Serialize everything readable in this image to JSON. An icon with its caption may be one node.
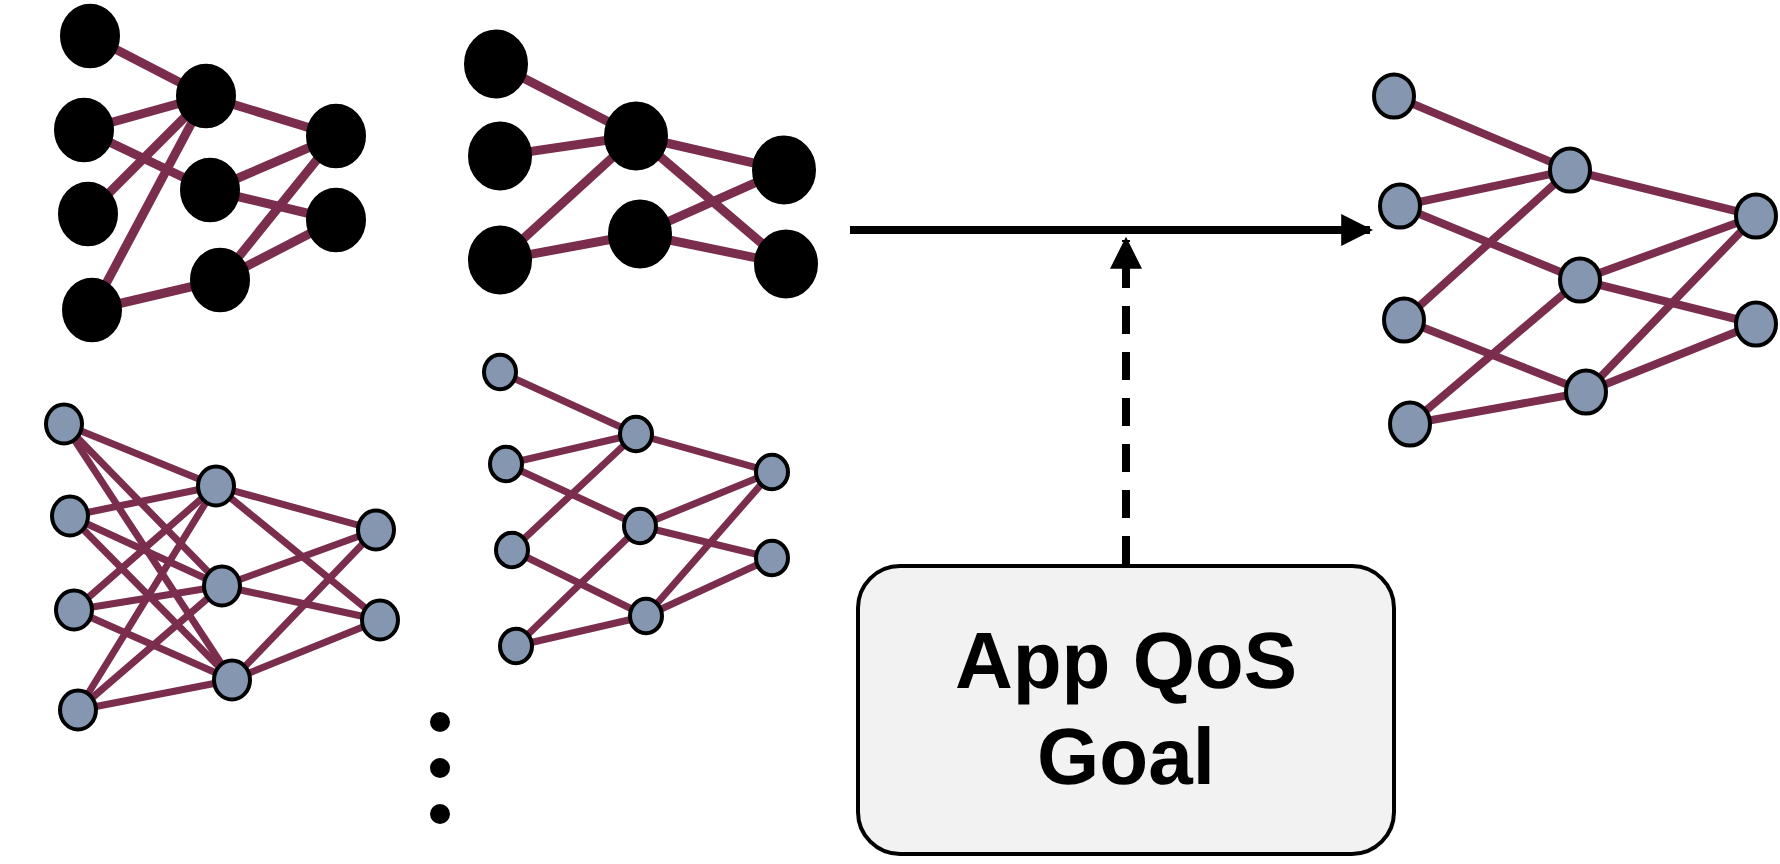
{
  "diagram": {
    "nodes": [
      {
        "text": [],
        "shape": "picture"
      },
      {
        "text": [],
        "shape": "picture"
      },
      {
        "text": [],
        "shape": "picture"
      },
      {
        "text": [],
        "shape": "picture"
      },
      {
        "text": [],
        "shape": "picture"
      },
      {
        "text": [
          "App QoS Goal"
        ]
      }
    ],
    "edges": [
      {
        "from": 1,
        "to": 4,
        "arrow": "to"
      },
      {
        "from": 5,
        "to": null,
        "arrow": "to",
        "style": "dashed"
      }
    ]
  }
}
